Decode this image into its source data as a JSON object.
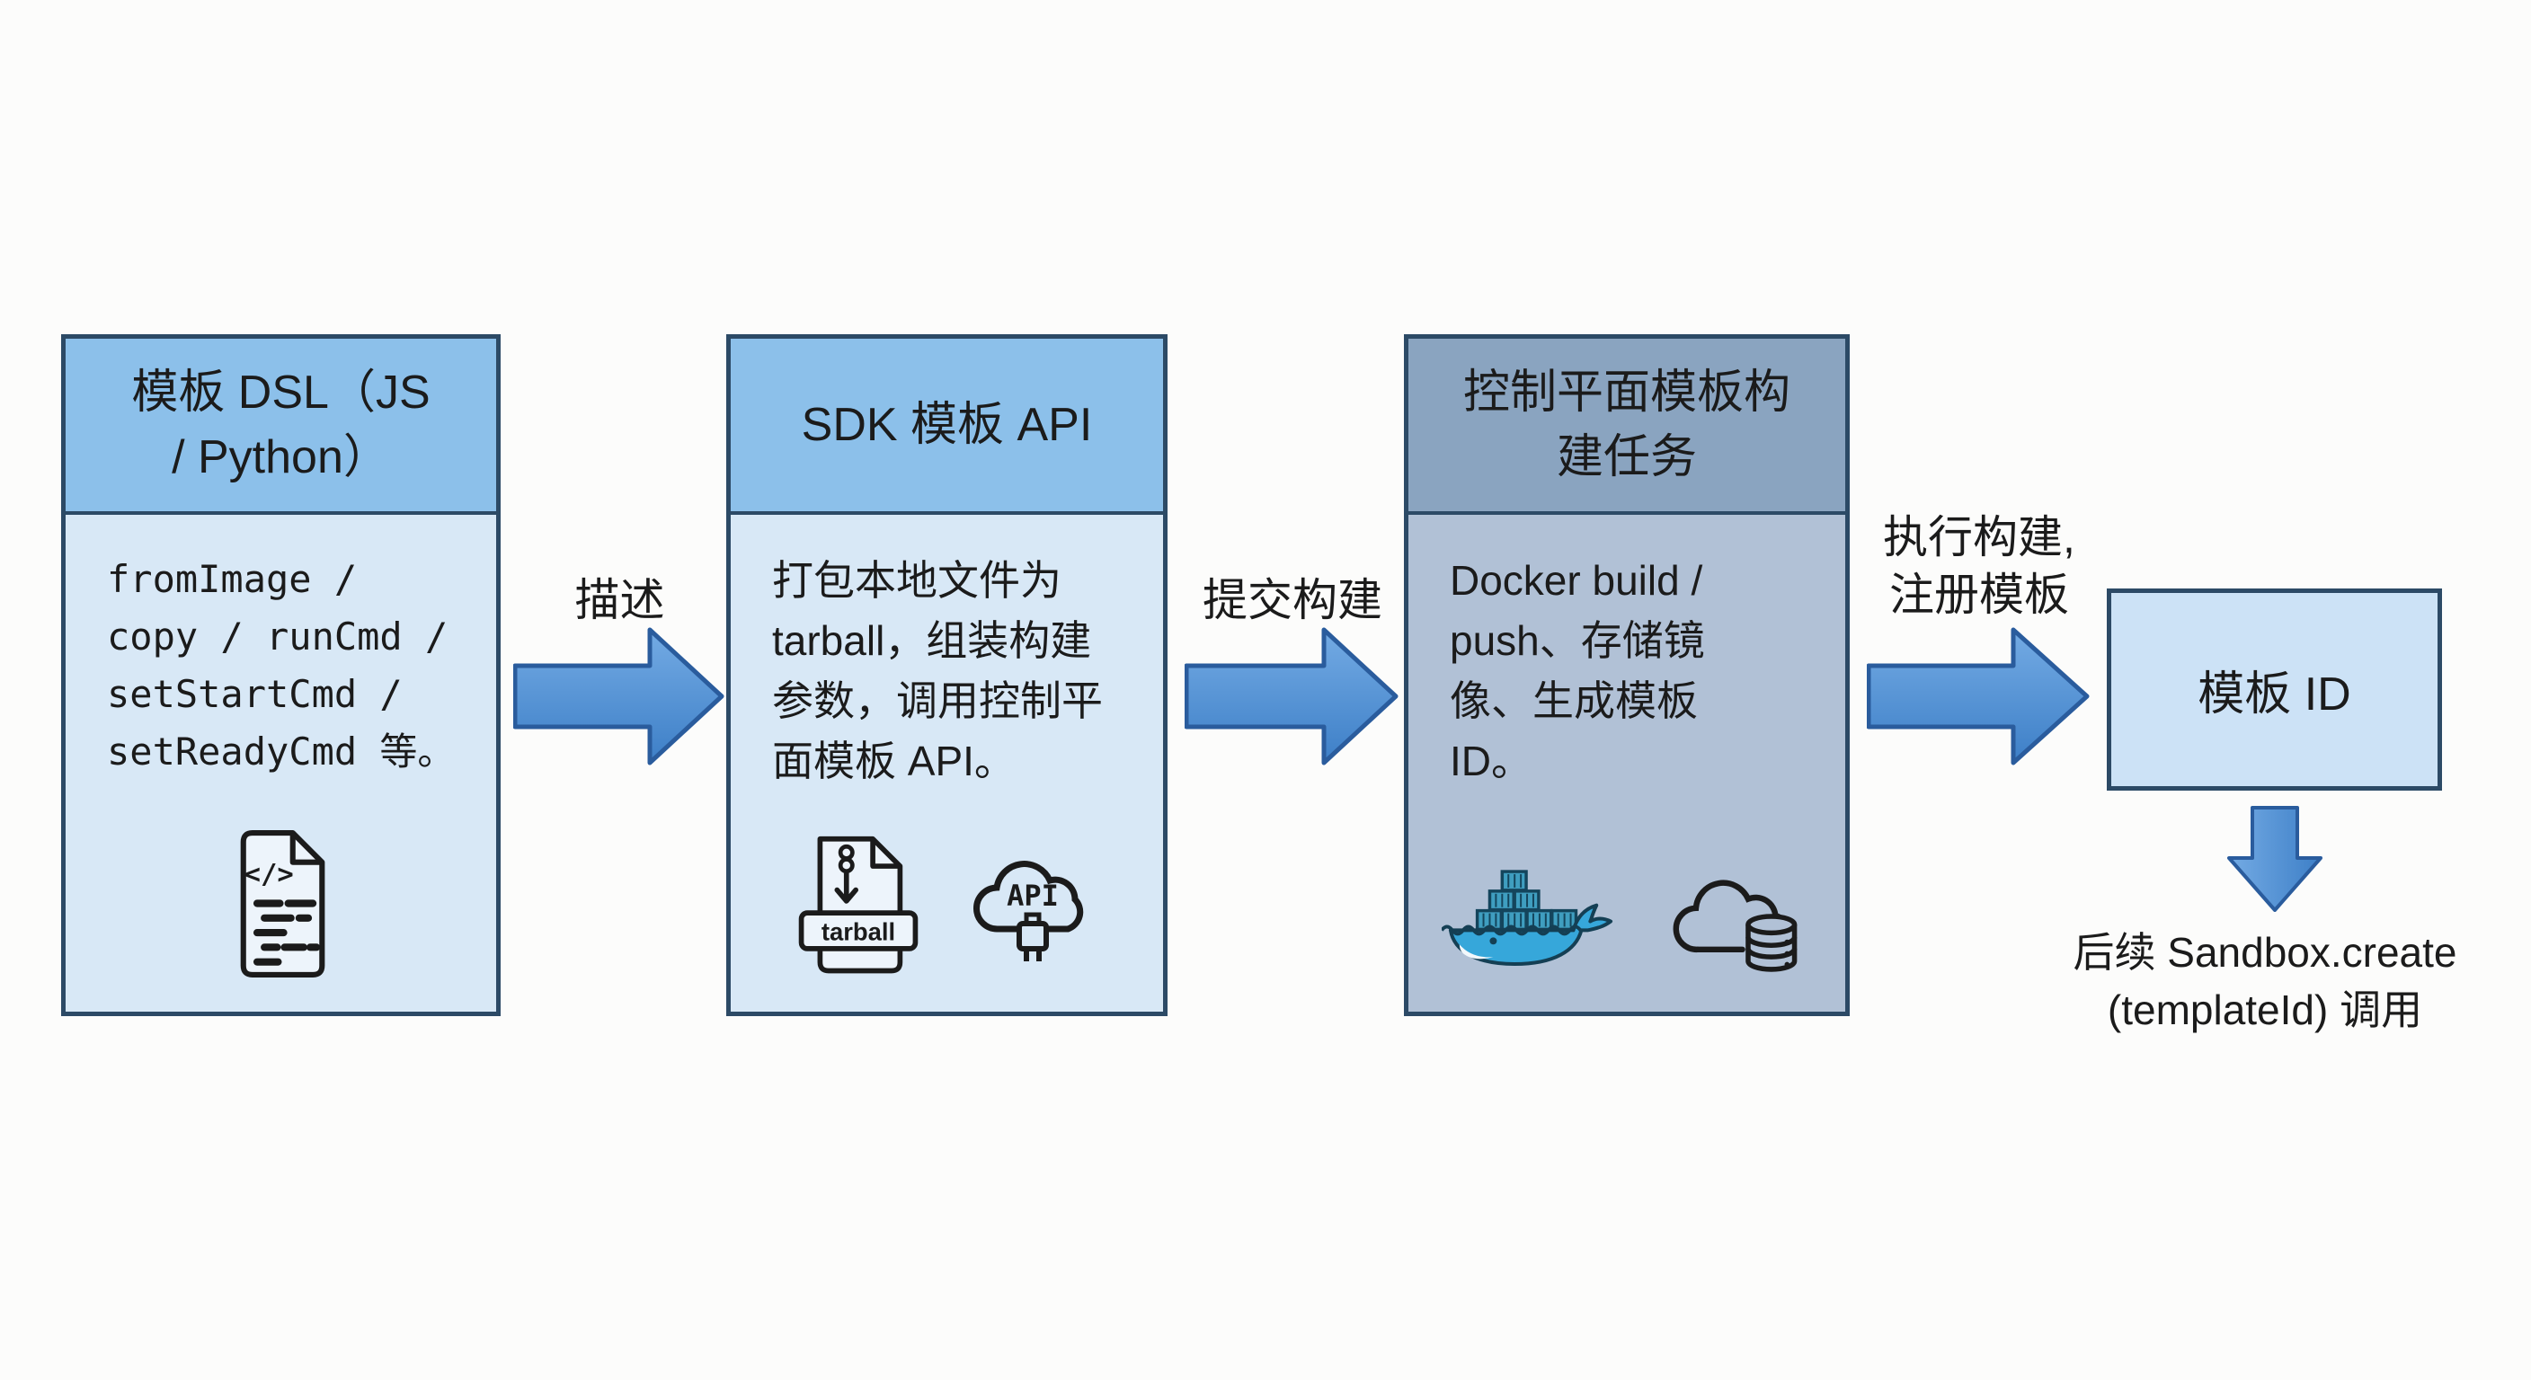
{
  "diagram": {
    "background_color": "#fcfcfb",
    "box_border_color": "#2c4a66",
    "arrow_fill_color": "#4a8fd6",
    "arrow_outline_color": "#2a5c9d",
    "boxes": [
      {
        "name": "template-dsl",
        "title": "模板 DSL（JS\n/ Python）",
        "body": "fromImage /\ncopy / runCmd /\nsetStartCmd /\nsetReadyCmd 等。",
        "header_bg": "#8cc0ea",
        "body_bg": "#d8e8f6",
        "icons": [
          "code-file-icon"
        ]
      },
      {
        "name": "sdk-template-api",
        "title": "SDK 模板 API",
        "body": "打包本地文件为\ntarball，组装构建\n参数，调用控制平\n面模板 API。",
        "header_bg": "#8cc0ea",
        "body_bg": "#d8e8f6",
        "icons": [
          "tarball-file-icon",
          "api-cloud-icon"
        ],
        "tarball_label": "tarball",
        "api_label": "API"
      },
      {
        "name": "control-plane-build-task",
        "title": "控制平面模板构\n建任务",
        "body": "Docker build /\npush、存储镜\n像、生成模板\nID。",
        "header_bg": "#8aa4c0",
        "body_bg": "#b1c1d6",
        "icons": [
          "docker-whale-icon",
          "cloud-database-icon"
        ]
      }
    ],
    "arrows": [
      {
        "label": "描述"
      },
      {
        "label": "提交构建"
      },
      {
        "label": "执行构建,\n注册模板"
      }
    ],
    "result_box": {
      "label": "模板 ID",
      "bg": "#cce2f6"
    },
    "caption": "后续 Sandbox.create\n(templateId) 调用"
  }
}
